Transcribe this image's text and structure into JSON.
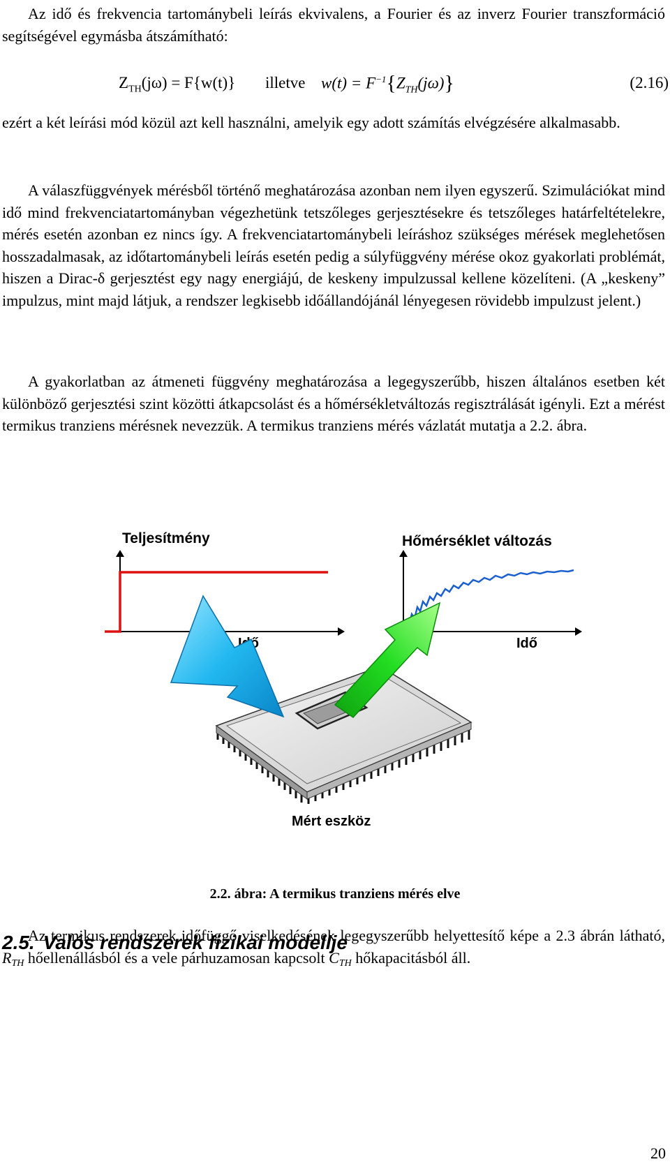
{
  "intro_paragraph": "Az idő és frekvencia tartománybeli leírás ekvivalens, a Fourier és az inverz Fourier transzformáció segítségével egymásba átszámítható:",
  "formula": {
    "lhs_symbol": "Z",
    "lhs_sub": "TH",
    "lhs_arg": "(jω) = F{w(t)}",
    "connector": "illetve",
    "rhs_left": "w(t) = F",
    "rhs_sup": "−1",
    "rhs_brace_open": "{",
    "rhs_symbol": "Z",
    "rhs_sub": "TH",
    "rhs_arg": "(jω)",
    "rhs_brace_close": "}",
    "number": "(2.16)"
  },
  "paragraph_2": "ezért a két leírási mód közül azt kell használni, amelyik egy adott számítás elvégzésére alkalmasabb.",
  "paragraph_3": "A válaszfüggvények mérésből történő meghatározása azonban nem ilyen egyszerű. Szimulációkat mind idő mind frekvenciatartományban végezhetünk tetszőleges gerjesztésekre és tetszőleges határfeltételekre, mérés esetén azonban ez nincs így. A frekvenciatartománybeli leíráshoz szükséges mérések meglehetősen hosszadalmasak, az időtartománybeli leírás esetén pedig a súlyfüggvény mérése okoz gyakorlati problémát, hiszen a Dirac-δ gerjesztést egy nagy energiájú, de keskeny impulzussal kellene közelíteni. (A „keskeny” impulzus, mint majd látjuk, a rendszer legkisebb időállandójánál lényegesen rövidebb impulzust jelent.)",
  "paragraph_4": "A gyakorlatban az átmeneti függvény meghatározása a legegyszerűbb, hiszen általános esetben két különböző gerjesztési szint közötti átkapcsolást és a hőmérsékletváltozás regisztrálását igényli. Ezt a mérést termikus tranziens mérésnek nevezzük. A termikus tranziens mérés vázlatát mutatja a 2.2. ábra.",
  "figure": {
    "left_title": "Teljesítmény",
    "left_axis_label": "Idő",
    "right_title": "Hőmérséklet változás",
    "right_axis_label": "Idő",
    "device_label": "Mért eszköz",
    "colors": {
      "power_step": "#dd1111",
      "temperature_curve": "#1a5fd0",
      "blue_arrow": "#22b8f0",
      "green_arrow": "#22dd22"
    }
  },
  "caption": "2.2. ábra: A termikus tranziens mérés elve",
  "section": {
    "number": "2.5.",
    "title": "Valós rendszerek fizikai modellje"
  },
  "paragraph_5": {
    "part_a": "Az termikus rendszerek időfüggő viselkedésének legegyszerűbb helyettesítő képe a 2.3 ábrán látható,",
    "r_symbol": "R",
    "r_sub": "TH",
    "part_b": "hőellenállásból és a vele párhuzamosan kapcsolt",
    "c_symbol": "C",
    "c_sub": "TH",
    "part_c": "hőkapacitásból áll."
  },
  "page_number": "20"
}
